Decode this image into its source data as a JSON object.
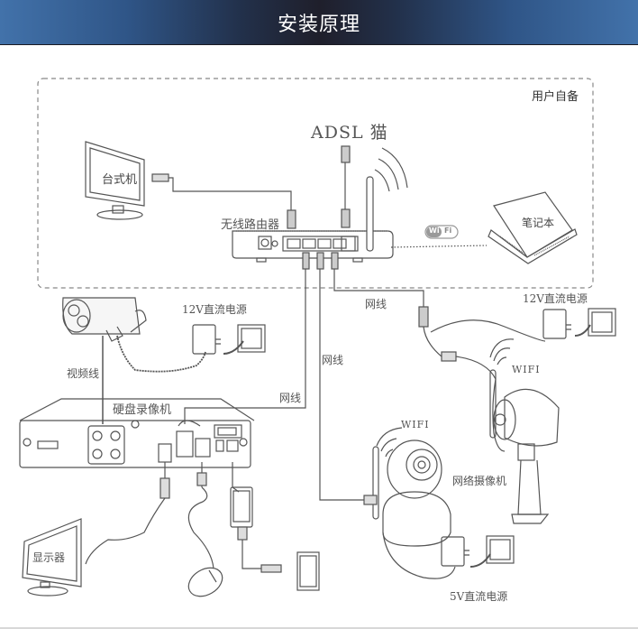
{
  "header": {
    "title": "安装原理"
  },
  "user_supplied_area": {
    "label": "用户自备"
  },
  "devices": {
    "adsl_modem": "ADSL 猫",
    "desktop": "台式机",
    "router": "无线路由器",
    "laptop": "笔记本",
    "bullet_camera_power": "12V直流电源",
    "video_cable": "视频线",
    "nvr": "硬盘录像机",
    "monitor": "显示器",
    "network_camera": "网络摄像机",
    "network_camera_power": "5V直流电源",
    "wifi_camera_power": "12V直流电源"
  },
  "cables": {
    "lan_to_nvr": "网线",
    "lan_to_pt_camera": "网线",
    "lan_to_wifi_bullet": "网线"
  },
  "wireless": {
    "wifi_badge_left": "Wi",
    "wifi_badge_right": "Fi",
    "wifi_label_bullet": "WIFI",
    "wifi_label_pt": "WIFI"
  },
  "colors": {
    "header_edge": "#4272aa",
    "header_center": "#1f1f2b",
    "line": "#555555"
  }
}
